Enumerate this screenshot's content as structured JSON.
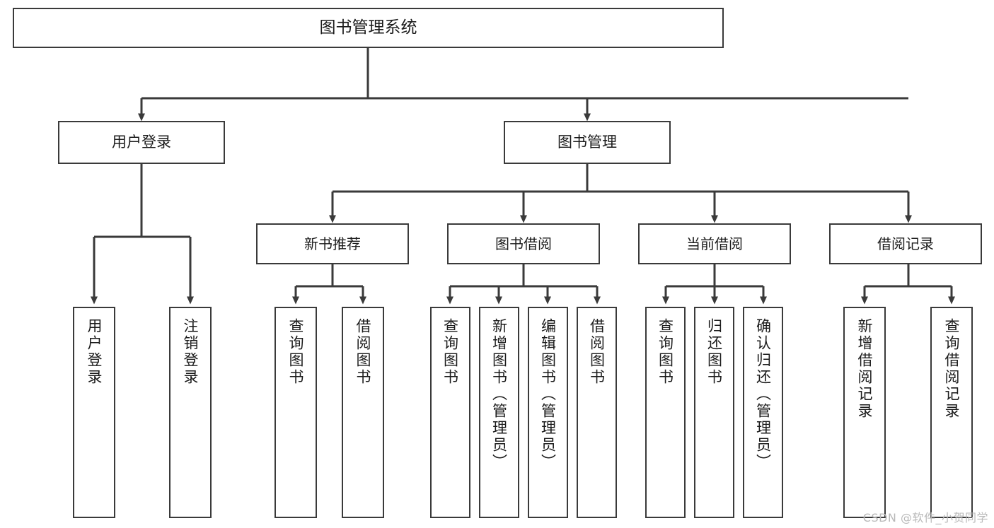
{
  "diagram": {
    "type": "tree-hierarchy-chart",
    "title": "图书管理系统",
    "background_color": "#ffffff",
    "box_border_color": "#3a3a3a",
    "text_color": "#1b1b1b",
    "connector_color": "#3a3a3a"
  },
  "root": {
    "label": "图书管理系统"
  },
  "tier1": [
    {
      "label": "用户登录"
    },
    {
      "label": "图书管理"
    }
  ],
  "tier2": [
    {
      "label": "新书推荐"
    },
    {
      "label": "图书借阅"
    },
    {
      "label": "当前借阅"
    },
    {
      "label": "借阅记录"
    }
  ],
  "leaves": {
    "user_login": [
      {
        "label": "用户登录"
      },
      {
        "label": "注销登录"
      }
    ],
    "new_book_recommend": [
      {
        "label": "查询图书"
      },
      {
        "label": "借阅图书"
      }
    ],
    "book_borrow": [
      {
        "label": "查询图书"
      },
      {
        "label": "新增图书（管理员）"
      },
      {
        "label": "编辑图书（管理员）"
      },
      {
        "label": "借阅图书"
      }
    ],
    "current_borrow": [
      {
        "label": "查询图书"
      },
      {
        "label": "归还图书"
      },
      {
        "label": "确认归还（管理员）"
      }
    ],
    "borrow_record": [
      {
        "label": "新增借阅记录"
      },
      {
        "label": "查询借阅记录"
      }
    ]
  },
  "watermark": {
    "text": "CSDN @软件_小贺同学"
  }
}
